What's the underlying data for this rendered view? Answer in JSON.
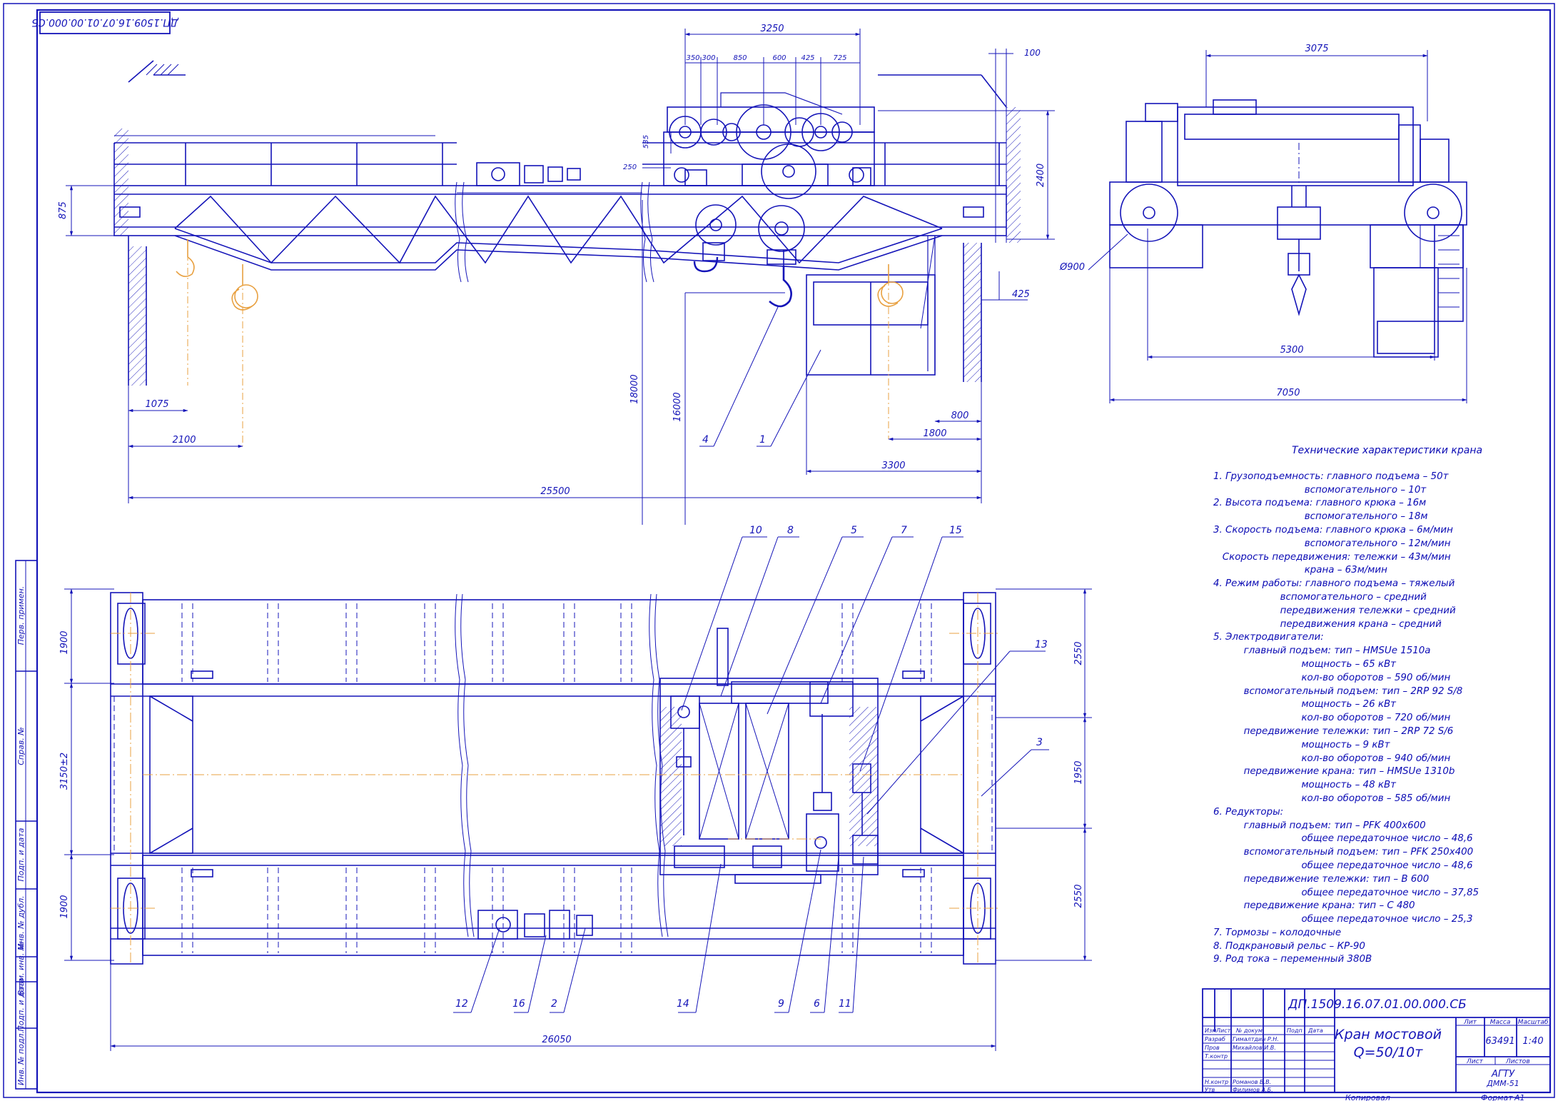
{
  "drawing": {
    "doc_code": "ДП.1509.16.07.01.00.000.СБ",
    "doc_code_rotated": "ДП.1509.16.07.01.00.000.СБ",
    "title_line1": "Кран мостовой",
    "title_line2": "Q=50/10т",
    "organization_line1": "АГТУ",
    "organization_line2": "ДММ-51",
    "mass": "63491",
    "scale": "1:40",
    "format_label": "Формат",
    "format_value": "А1",
    "copied_label": "Копировал"
  },
  "title_block": {
    "headers": {
      "izm": "Изм",
      "list": "Лист",
      "doc_no": "№ докум.",
      "sign": "Подп",
      "date": "Дата",
      "lit": "Лит",
      "mass": "Масса",
      "scale": "Масштаб",
      "sheet": "Лист",
      "sheets": "Листов"
    },
    "rows": [
      {
        "role": "Разраб",
        "name": "Гималтдин Р.Н."
      },
      {
        "role": "Пров",
        "name": "Михайлов И.В."
      },
      {
        "role": "Т.контр",
        "name": ""
      },
      {
        "role": "",
        "name": ""
      },
      {
        "role": "Н.контр",
        "name": "Романов В.В."
      },
      {
        "role": "Утв",
        "name": "Филимов А.Б."
      }
    ]
  },
  "left_stamp": [
    "Перв. примен.",
    "Справ. №",
    "Подп. и дата",
    "Инв. № дубл.",
    "Взам. инв. №",
    "Подп. и дата",
    "Инв. № подл."
  ],
  "tech_spec": {
    "title": "Технические характеристики крана",
    "lines": [
      "1. Грузоподъемность: главного подъема – 50т",
      "                              вспомогательного – 10т",
      "2. Высота подъема: главного крюка – 16м",
      "                              вспомогательного – 18м",
      "3. Скорость подъема: главного крюка – 6м/мин",
      "                              вспомогательного – 12м/мин",
      "   Скорость передвижения: тележки – 43м/мин",
      "                              крана – 63м/мин",
      "4. Режим работы: главного подъема – тяжелый",
      "                      вспомогательного – средний",
      "                      передвижения тележки – средний",
      "                      передвижения крана – средний",
      "5. Электродвигатели:",
      "          главный подъем: тип – HMSUe 1510a",
      "                             мощность – 65 кВт",
      "                             кол-во оборотов – 590 об/мин",
      "          вспомогательный подъем: тип – 2RP 92 S/8",
      "                             мощность – 26 кВт",
      "                             кол-во оборотов – 720 об/мин",
      "          передвижение тележки: тип – 2RP 72 S/6",
      "                             мощность – 9 кВт",
      "                             кол-во оборотов – 940 об/мин",
      "          передвижение крана: тип – HMSUe 1310b",
      "                             мощность – 48 кВт",
      "                             кол-во оборотов – 585 об/мин",
      "6. Редукторы:",
      "          главный подъем: тип – PFK 400x600",
      "                             общее передаточное число – 48,6",
      "          вспомогательный подъем: тип – PFK 250x400",
      "                             общее передаточное число – 48,6",
      "          передвижение тележки: тип – В 600",
      "                             общее передаточное число – 37,85",
      "          передвижение крана: тип – С 480",
      "                             общее передаточное число – 25,3",
      "7. Тормозы – колодочные",
      "8. Подкрановый рельс – КР-90",
      "9. Род тока – переменный 380В"
    ]
  },
  "dimensions": {
    "front": {
      "trolley_width": "3250",
      "sub": [
        "350",
        "300",
        "850",
        "600",
        "425",
        "725"
      ],
      "d100": "100",
      "d535": "535",
      "d250": "250",
      "d2400": "2400",
      "d875": "875",
      "d425": "425",
      "d1075": "1075",
      "d2100": "2100",
      "d18000": "18000",
      "d16000": "16000",
      "d800": "800",
      "d1800": "1800",
      "d3300": "3300",
      "span": "25500"
    },
    "side": {
      "d3075": "3075",
      "d900": "Ø900",
      "d5300": "5300",
      "d7050": "7050"
    },
    "plan": {
      "d1900a": "1900",
      "d3150": "3150±2",
      "d1900b": "1900",
      "d2550a": "2550",
      "d1950": "1950",
      "d2550b": "2550",
      "length": "26050"
    }
  },
  "callouts": {
    "front": [
      "4",
      "1"
    ],
    "plan_top": [
      "10",
      "8",
      "5",
      "7",
      "15",
      "13",
      "3"
    ],
    "plan_bottom": [
      "12",
      "16",
      "2",
      "14",
      "9",
      "6",
      "11"
    ]
  },
  "colors": {
    "line": "#1414b8",
    "accent": "#e8a040",
    "paper": "#ffffff"
  }
}
